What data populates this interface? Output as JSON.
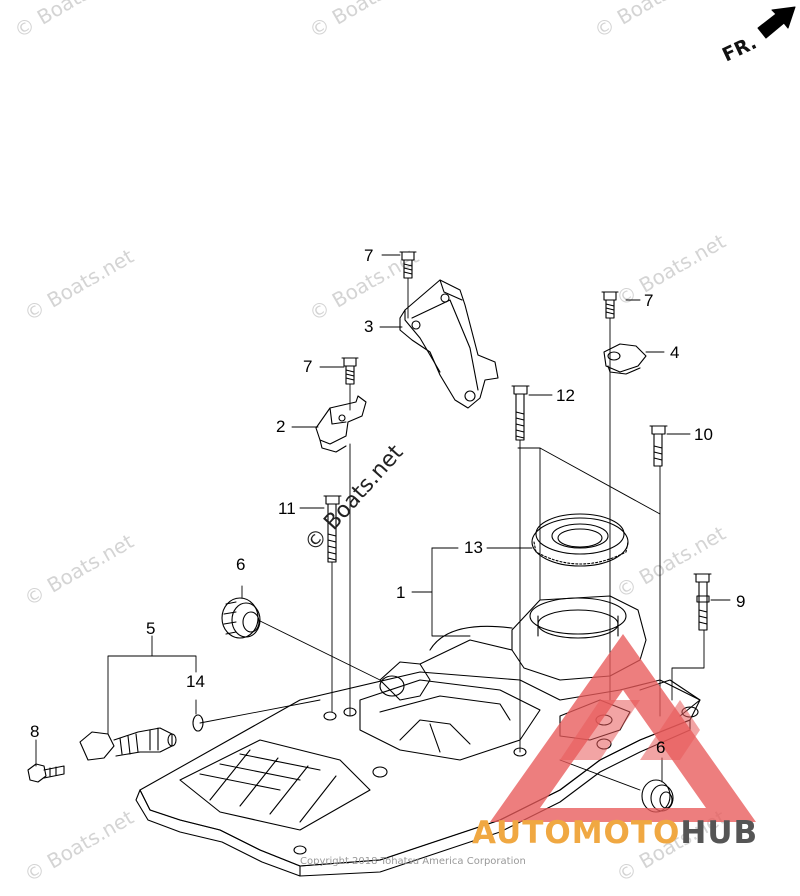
{
  "diagram": {
    "orientation_label": "FR.",
    "watermark_text": "© Boats.net",
    "copyright": "Copyright 2018 Tohatsu America Corporation",
    "brand_logo": {
      "part1": "AUTOMOTO",
      "part2": "HUB",
      "color_accent": "#f0a842",
      "color_dark": "#555555",
      "triangle_color": "#e85a5a"
    },
    "callouts": [
      "7",
      "3",
      "7",
      "4",
      "7",
      "2",
      "12",
      "10",
      "11",
      "13",
      "6",
      "1",
      "9",
      "5",
      "14",
      "8",
      "6"
    ],
    "line_color": "#000000",
    "watermark_color": "#d4d4d4"
  }
}
